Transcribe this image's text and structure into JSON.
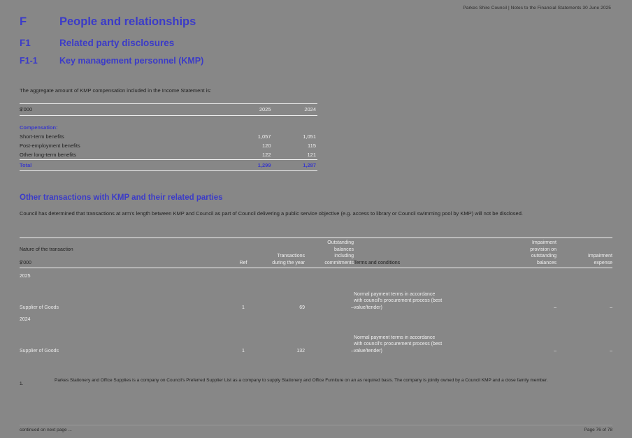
{
  "header": {
    "running_header": "Parkes Shire Council | Notes to the Financial Statements 30 June 2025"
  },
  "headings": [
    {
      "number": "F",
      "text": "People and relationships"
    },
    {
      "number": "F1",
      "text": "Related party disclosures"
    },
    {
      "number": "F1-1",
      "text": "Key management personnel (KMP)"
    }
  ],
  "intro_1": "The aggregate amount of KMP compensation included in the Income Statement is:",
  "compensation_table": {
    "columns": [
      "$'000",
      "2025",
      "2024"
    ],
    "section_label": "Compensation:",
    "rows": [
      {
        "label": "Short-term benefits",
        "y2025": "1,057",
        "y2024": "1,051"
      },
      {
        "label": "Post-employment benefits",
        "y2025": "120",
        "y2024": "115"
      },
      {
        "label": "Other long-term benefits",
        "y2025": "122",
        "y2024": "121"
      }
    ],
    "total": {
      "label": "Total",
      "y2025": "1,299",
      "y2024": "1,287"
    }
  },
  "other_transactions": {
    "heading": "Other transactions with KMP and their related parties",
    "intro": "Council has determined that transactions at arm's length between KMP and Council as part of Council delivering a public service objective (e.g. access to library or Council swimming pool by KMP) will not be disclosed."
  },
  "transactions_table": {
    "headers": {
      "nature": "Nature of the transaction",
      "unit": "$'000",
      "ref": "Ref",
      "transactions": "Transactions during the year",
      "transactions_l1": "Transactions",
      "transactions_l2": "during the year",
      "outstanding_l1": "Outstanding",
      "outstanding_l2": "balances",
      "outstanding_l3": "including",
      "outstanding_l4": "commitments",
      "terms": "Terms and conditions",
      "impairment_provision_l1": "Impairment",
      "impairment_provision_l2": "provision on",
      "impairment_provision_l3": "outstanding",
      "impairment_provision_l4": "balances",
      "impairment_expense_l1": "Impairment",
      "impairment_expense_l2": "expense"
    },
    "groups": [
      {
        "year": "2025",
        "rows": [
          {
            "nature": "Supplier of Goods",
            "ref": "1",
            "transactions": "69",
            "outstanding": "–",
            "terms_l1": "Normal payment terms in accordance",
            "terms_l2": "with council's procurement process (best",
            "terms_l3": "value/tender)",
            "impairment_provision": "–",
            "impairment_expense": "–"
          }
        ]
      },
      {
        "year": "2024",
        "rows": [
          {
            "nature": "Supplier of Goods",
            "ref": "1",
            "transactions": "132",
            "outstanding": "–",
            "terms_l1": "Normal payment terms in accordance",
            "terms_l2": "with council's procurement process (best",
            "terms_l3": "value/tender)",
            "impairment_provision": "–",
            "impairment_expense": "–"
          }
        ]
      }
    ]
  },
  "footnote": {
    "mark": "1.",
    "text": "Parkes Stationery and Office Supplies is a company on Council's Preferred Supplier List as a company to supply Stationery and Office Furniture on an as required basis. The company is jointly owned by a Council KMP and a close family member."
  },
  "footer": {
    "left": "continued on next page ...",
    "right": "Page 76 of 78"
  }
}
